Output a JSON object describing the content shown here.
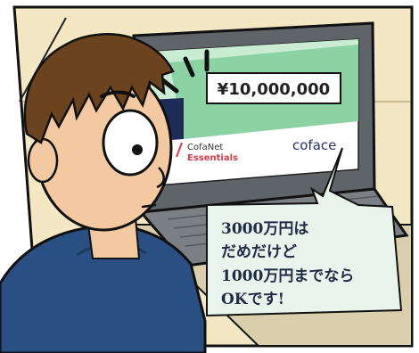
{
  "screen": {
    "amount": "¥10,000,000",
    "brand_line1": "CofaNet",
    "brand_line2": "Essentials",
    "logo": "coface"
  },
  "speech_bubble": {
    "lines": [
      "3000万円は",
      "だめだけど",
      "1000万円までなら",
      "OKです!"
    ]
  },
  "colors": {
    "wall": "#f2e6c0",
    "screen_green": "#8bd3a3",
    "screen_light_green": "#c9ecd3",
    "screen_navy": "#1c2c57",
    "bubble": "#e9f5ec",
    "shirt": "#2a4f82",
    "hair": "#6b431f",
    "skin": "#f2c9a1"
  }
}
